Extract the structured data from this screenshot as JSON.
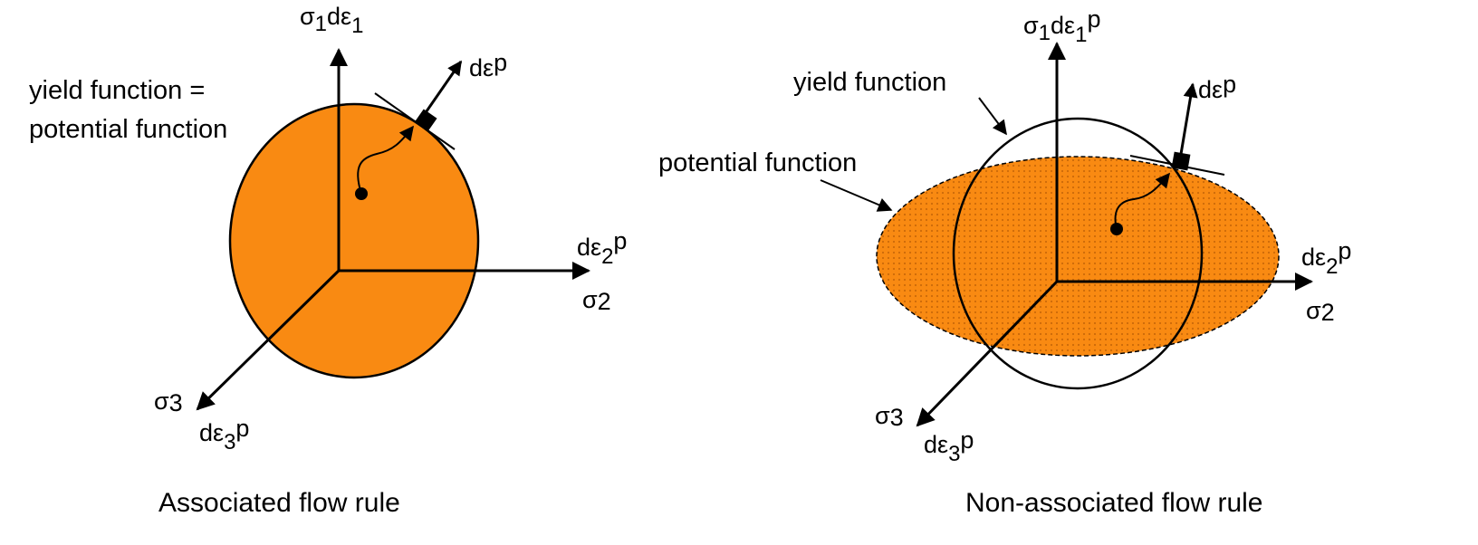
{
  "colors": {
    "fill": "#F98A12",
    "dot_fill": "#CC6A08",
    "stroke": "#000000",
    "background": "#FFFFFF"
  },
  "left": {
    "caption": "Associated flow rule",
    "surface_label_line1": "yield function =",
    "surface_label_line2": "potential function",
    "axis1": {
      "sym": "σ",
      "sub": "1",
      "sym2": "dε",
      "sub2": "1"
    },
    "axis2": {
      "top_sym": "dε",
      "top_sub": "2",
      "top_sup": "p",
      "bottom_sym": "σ",
      "bottom_sub": "2"
    },
    "axis3": {
      "sym": "σ",
      "sub": "3",
      "sym2": "dε",
      "sub2": "3",
      "sup2": "p"
    },
    "normal": {
      "sym": "dε",
      "sup": "p"
    }
  },
  "right": {
    "caption": "Non-associated flow rule",
    "yield_label": "yield function",
    "potential_label": "potential function",
    "axis1": {
      "sym": "σ",
      "sub": "1",
      "sym2": "dε",
      "sub2": "1",
      "sup2": "p"
    },
    "axis2": {
      "top_sym": "dε",
      "top_sub": "2",
      "top_sup": "p",
      "bottom_sym": "σ",
      "bottom_sub": "2"
    },
    "axis3": {
      "sym": "σ",
      "sub": "3",
      "sym2": "dε",
      "sub2": "3",
      "sup2": "p"
    },
    "normal": {
      "sym": "dε",
      "sup": "p"
    }
  }
}
